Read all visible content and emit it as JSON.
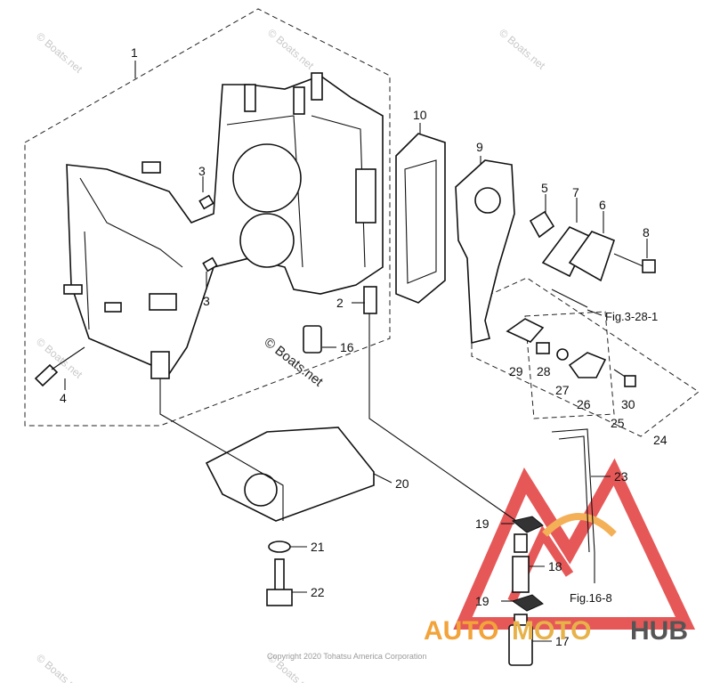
{
  "callouts": {
    "c1": "1",
    "c2": "2",
    "c3a": "3",
    "c3b": "3",
    "c4": "4",
    "c5": "5",
    "c6": "6",
    "c7": "7",
    "c8": "8",
    "c9": "9",
    "c10": "10",
    "c16": "16",
    "c17": "17",
    "c18": "18",
    "c19a": "19",
    "c19b": "19",
    "c20": "20",
    "c21": "21",
    "c22": "22",
    "c23": "23",
    "c24": "24",
    "c25": "25",
    "c26": "26",
    "c27": "27",
    "c28": "28",
    "c29": "29",
    "c30": "30"
  },
  "figure_refs": {
    "fig_3_28_1": "Fig.3-28-1",
    "fig_16_8": "Fig.16-8"
  },
  "watermark": {
    "main": "© Boats.net",
    "tile": "© Boats.net"
  },
  "copyright": "Copyright 2020 Tohatsu America Corporation",
  "logo": {
    "part1": "AUTO",
    "part2": "MOTO",
    "part3": "HUB",
    "color_red": "#e23b3b",
    "color_orange": "#f2a33a",
    "color_gray": "#555555"
  }
}
